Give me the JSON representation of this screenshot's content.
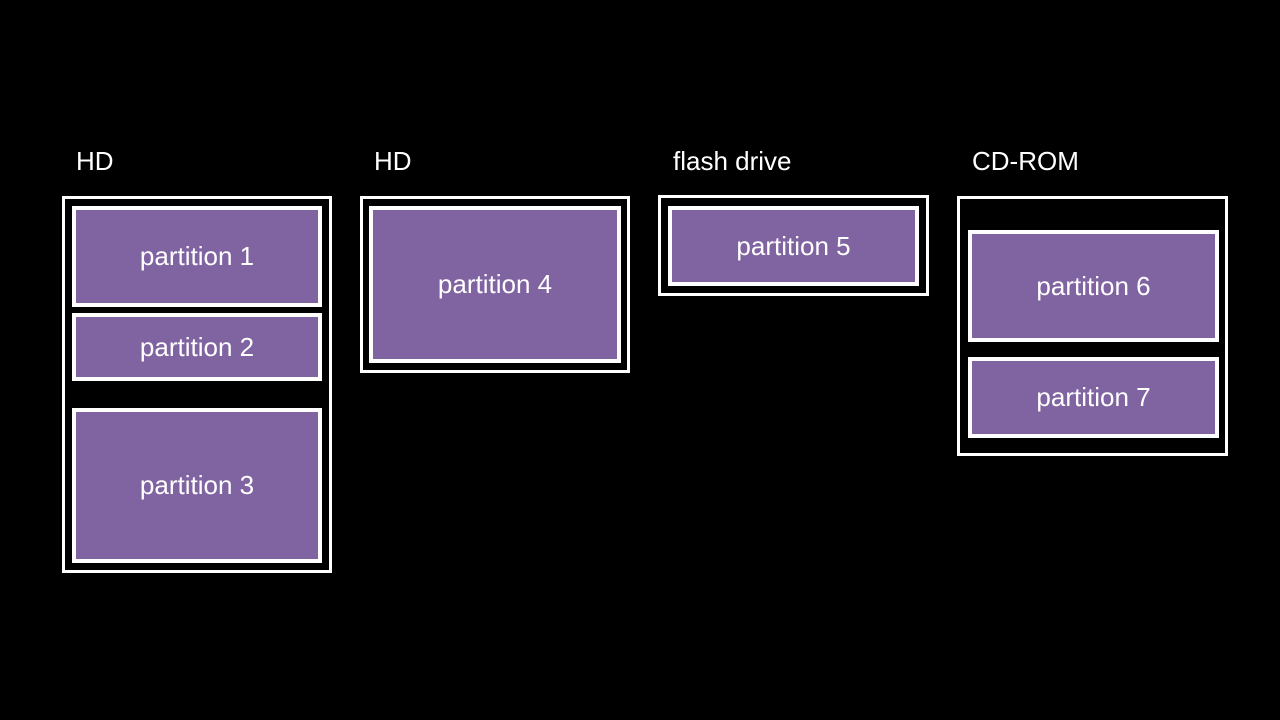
{
  "devices": [
    {
      "label": "HD",
      "partitions": [
        "partition 1",
        "partition 2",
        "partition 3"
      ]
    },
    {
      "label": "HD",
      "partitions": [
        "partition 4"
      ]
    },
    {
      "label": "flash drive",
      "partitions": [
        "partition 5"
      ]
    },
    {
      "label": "CD-ROM",
      "partitions": [
        "partition 6",
        "partition 7"
      ]
    }
  ],
  "colors": {
    "background": "#000000",
    "partition_fill": "#8064a2",
    "border": "#ffffff",
    "text": "#ffffff"
  }
}
